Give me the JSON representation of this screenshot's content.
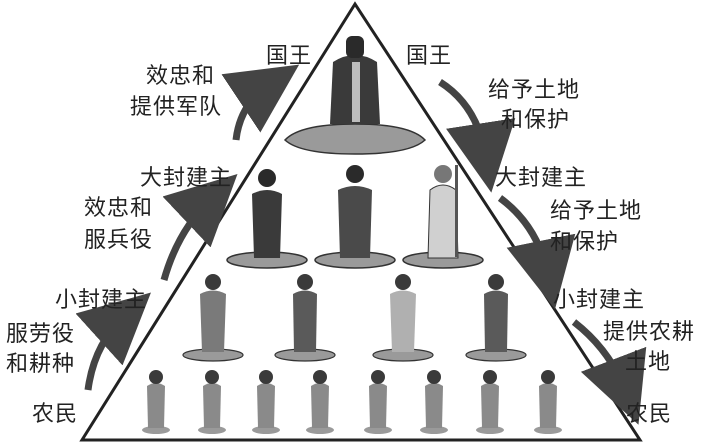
{
  "hierarchy": {
    "king": "国王",
    "great_lord": "大封建主",
    "small_lord": "小封建主",
    "peasant": "农民"
  },
  "duties_up": {
    "vassal_to_king_line1": "效忠和",
    "vassal_to_king_line2": "提供军队",
    "small_to_great_line1": "效忠和",
    "small_to_great_line2": "服兵役",
    "peasant_to_small_line1": "服劳役",
    "peasant_to_small_line2": "和耕种"
  },
  "grants_down": {
    "king_to_great_line1": "给予土地",
    "king_to_great_line2": "和保护",
    "great_to_small_line1": "给予土地",
    "great_to_small_line2": "和保护",
    "small_to_peasant_line1": "提供农耕",
    "small_to_peasant_line2": "土地"
  },
  "colors": {
    "ink": "#222222",
    "arrow": "#444444",
    "figure_dark": "#3a3a3a",
    "figure_mid": "#7a7a7a",
    "figure_light": "#bdbdbd",
    "base": "#9a9a9a"
  }
}
